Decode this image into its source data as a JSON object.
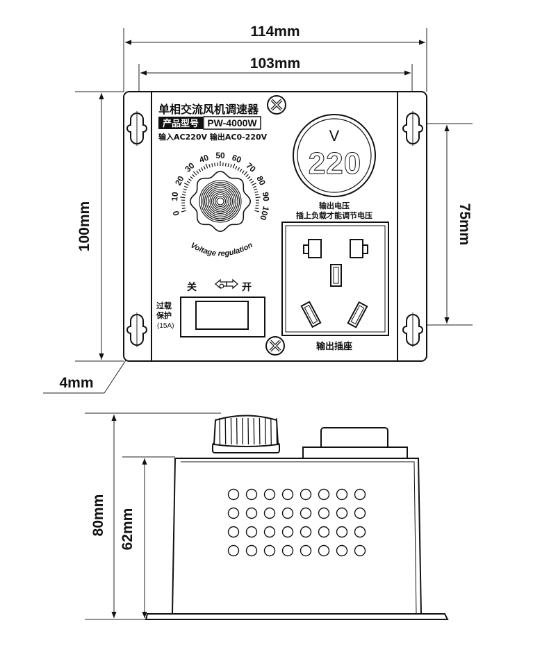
{
  "dimensions": {
    "outer_width": "114mm",
    "inner_width": "103mm",
    "height": "100mm",
    "hole_spacing": "75mm",
    "hole_diameter": "4mm",
    "total_depth": "80mm",
    "body_depth": "62mm"
  },
  "front_panel": {
    "title": "单相交流风机调速器",
    "model_label": "产品型号",
    "model_value": "PW-4000W",
    "io_spec": "输入AC220V 输出AC0-220V",
    "dial_caption": "Voltage regulation",
    "dial_ticks": [
      "0",
      "10",
      "20",
      "30",
      "40",
      "50",
      "60",
      "70",
      "80",
      "90",
      "100"
    ],
    "switch_off": "关",
    "switch_on": "开",
    "overload_line1": "过载",
    "overload_line2": "保护",
    "overload_line3": "(15A)",
    "meter_unit": "V",
    "meter_value": "220",
    "meter_caption": "输出电压",
    "meter_note": "插上负载才能调节电压",
    "socket_caption": "输出插座"
  }
}
